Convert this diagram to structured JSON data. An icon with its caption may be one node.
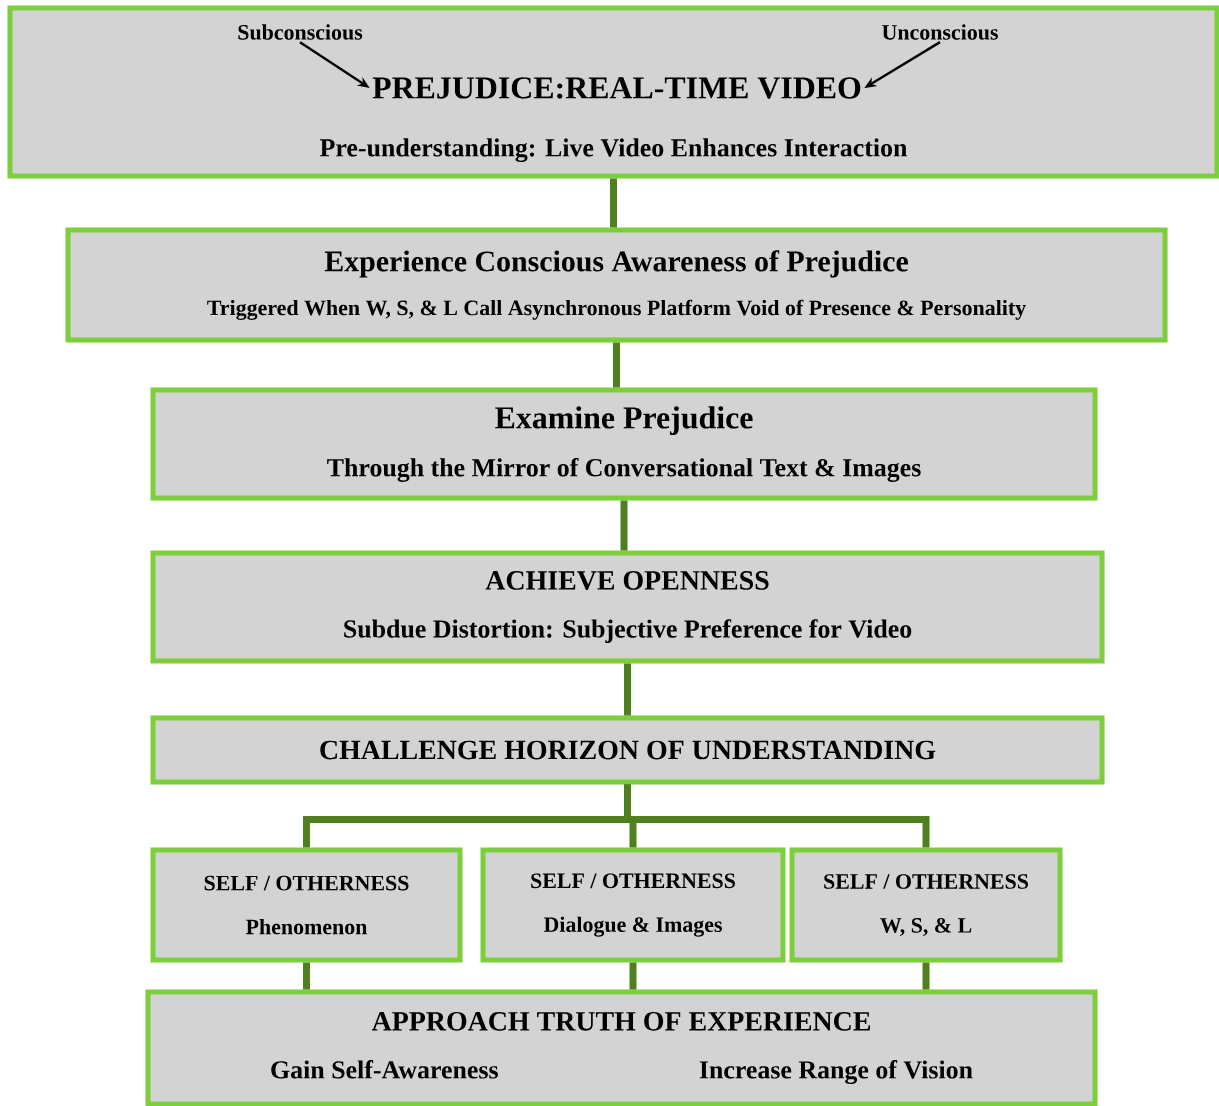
{
  "diagram": {
    "nodes": [
      {
        "text": [
          "Pre-understanding: Live Video Enhances Interaction"
        ]
      },
      {
        "text": [
          "Subconscious"
        ],
        "in": 0
      },
      {
        "text": [
          "PREJUDICE:REAL-TIME VIDEO"
        ],
        "in": 0
      },
      {
        "text": [
          "Unconscious"
        ],
        "in": 0
      },
      {
        "text": [
          "Experience Conscious Awareness of Prejudice",
          "Triggered When W, S, & L Call Asynchronous Platform Void of Presence & Personality"
        ]
      },
      {
        "text": [
          "Examine Prejudice",
          "Through the Mirror of Conversational Text & Images"
        ]
      },
      {
        "text": [
          "ACHIEVE OPENNESS",
          "Subdue Distortion: Subjective Preference for Video"
        ]
      },
      {
        "text": [
          "CHALLENGE HORIZON OF UNDERSTANDING"
        ]
      },
      {
        "text": [
          "SELF / OTHERNESS",
          "Phenomenon"
        ]
      },
      {
        "text": [
          "SELF / OTHERNESS",
          "Dialogue & Images"
        ]
      },
      {
        "text": [
          "SELF / OTHERNESS",
          "W, S, & L"
        ]
      },
      {
        "text": [
          "APPROACH TRUTH OF EXPERIENCE",
          "Gain Self-Awareness",
          "Increase Range of Vision"
        ]
      }
    ],
    "edges": [
      {
        "from": 1,
        "to": 2,
        "arrow": "to",
        "color": "#000000"
      },
      {
        "from": 3,
        "to": 2,
        "arrow": "to",
        "color": "#000000"
      },
      {
        "from": 0,
        "to": 4,
        "arrow": "none"
      },
      {
        "from": 4,
        "to": 5,
        "arrow": "none"
      },
      {
        "from": 5,
        "to": 6,
        "arrow": "none"
      },
      {
        "from": 6,
        "to": 7,
        "arrow": "none"
      },
      {
        "from": 7,
        "to": 8,
        "arrow": "none"
      },
      {
        "from": 7,
        "to": 9,
        "arrow": "none"
      },
      {
        "from": 7,
        "to": 10,
        "arrow": "none"
      },
      {
        "from": 8,
        "to": 11,
        "arrow": "none"
      },
      {
        "from": 9,
        "to": 11,
        "arrow": "none"
      },
      {
        "from": 10,
        "to": 11,
        "arrow": "none"
      }
    ]
  }
}
